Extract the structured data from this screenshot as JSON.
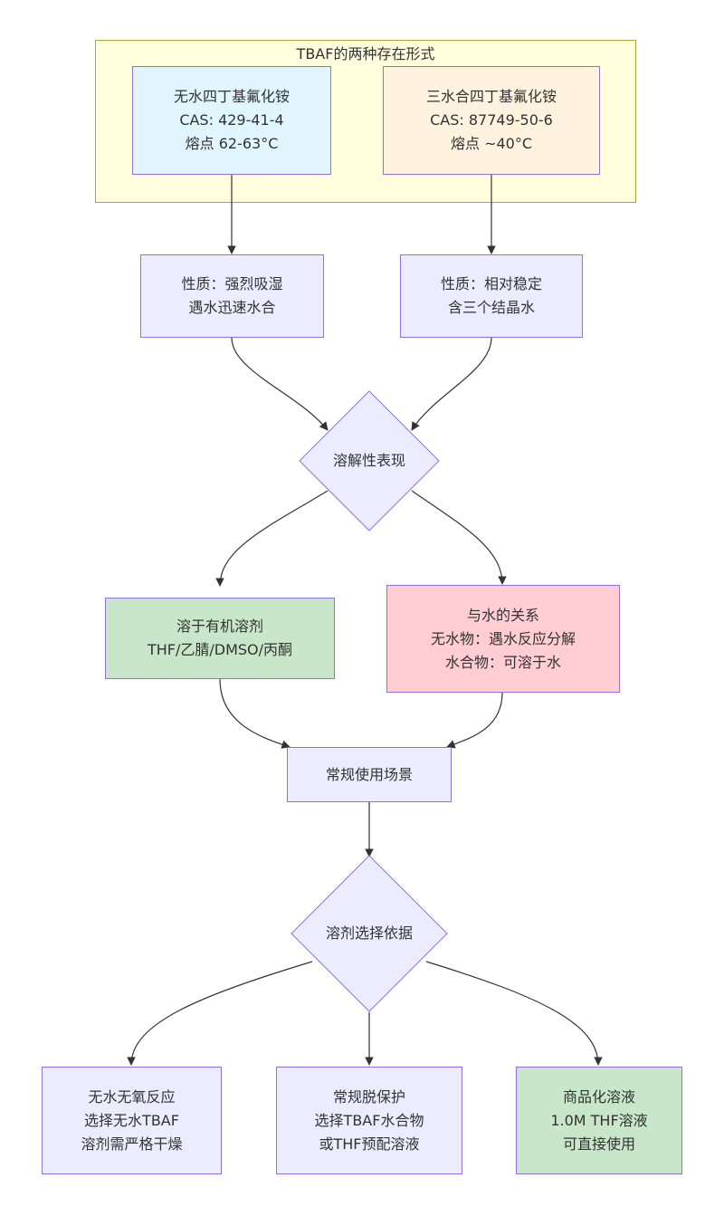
{
  "group": {
    "title": "TBAF的两种存在形式"
  },
  "nodes": {
    "anhydrous": {
      "lines": [
        "无水四丁基氟化铵",
        "CAS: 429-41-4",
        "熔点 62-63°C"
      ]
    },
    "trihydrate": {
      "lines": [
        "三水合四丁基氟化铵",
        "CAS: 87749-50-6",
        "熔点 ~40°C"
      ]
    },
    "prop_anhydrous": {
      "lines": [
        "性质：强烈吸湿",
        "遇水迅速水合"
      ]
    },
    "prop_trihydrate": {
      "lines": [
        "性质：相对稳定",
        "含三个结晶水"
      ]
    },
    "solubility": {
      "label": "溶解性表现"
    },
    "organic": {
      "lines": [
        "溶于有机溶剂",
        "THF/乙腈/DMSO/丙酮"
      ]
    },
    "water": {
      "lines": [
        "与水的关系",
        "无水物：遇水反应分解",
        "水合物：可溶于水"
      ]
    },
    "usage": {
      "label": "常规使用场景"
    },
    "choice": {
      "label": "溶剂选择依据"
    },
    "opt1": {
      "lines": [
        "无水无氧反应",
        "选择无水TBAF",
        "溶剂需严格干燥"
      ]
    },
    "opt2": {
      "lines": [
        "常规脱保护",
        "选择TBAF水合物",
        "或THF预配溶液"
      ]
    },
    "opt3": {
      "lines": [
        "商品化溶液",
        "1.0M THF溶液",
        "可直接使用"
      ]
    }
  },
  "colors": {
    "default_fill": "#ececff",
    "default_stroke": "#9370db",
    "anhydrous_fill": "#e1f5fe",
    "trihydrate_fill": "#fff3e0",
    "green_fill": "#c8e6c9",
    "red_fill": "#ffcdd2",
    "group_fill": "#ffffde",
    "group_stroke": "#aaaa33",
    "edge": "#333333"
  }
}
